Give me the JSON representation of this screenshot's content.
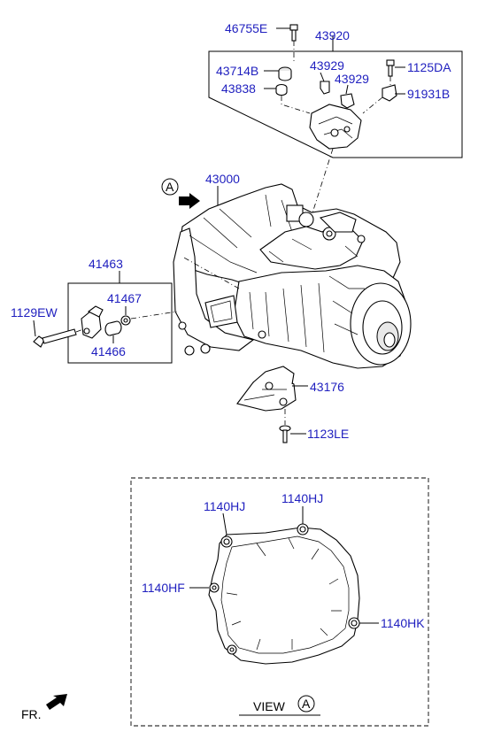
{
  "labels": {
    "p46755E": "46755E",
    "p43920": "43920",
    "p43714B": "43714B",
    "p43838": "43838",
    "p43929a": "43929",
    "p43929b": "43929",
    "p1125DA": "1125DA",
    "p91931B": "91931B",
    "p43000": "43000",
    "view_marker": "A",
    "p41463": "41463",
    "p41467": "41467",
    "p1129EW": "1129EW",
    "p41466": "41466",
    "p43176": "43176",
    "p1123LE": "1123LE",
    "p1140HJ_left": "1140HJ",
    "p1140HJ_right": "1140HJ",
    "p1140HF": "1140HF",
    "p1140HK": "1140HK",
    "view_text": "VIEW",
    "view_letter": "A",
    "fr_text": "FR."
  },
  "colors": {
    "label_blue": "#1f1fbf",
    "line": "#000000"
  }
}
